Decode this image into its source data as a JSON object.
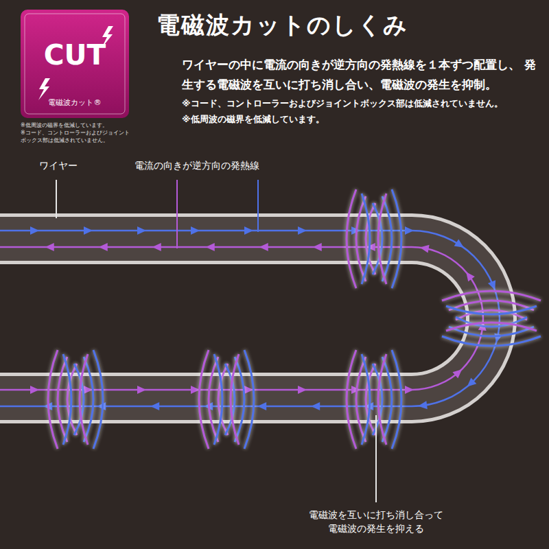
{
  "diagram": {
    "title": "電磁波カットのしくみ",
    "nodes": [
      {
        "text": [
          "CUT",
          "電磁波カット®"
        ]
      }
    ],
    "labels": [
      "※低周波の磁界を低減しています。",
      "※コード、コントローラーおよびジョイントボックス部は低減されていません。",
      "ワイヤーの中に電流の向きが逆方向の発熱線を１本ずつ配置し、 発生する電磁波を互いに打ち消し合い、電磁波の発生を抑制。",
      "※コード、コントローラーおよびジョイントボックス部は低減されていません。",
      "※低周波の磁界を低減しています。",
      "ワイヤー",
      "電流の向きが逆方向の発熱線",
      "電磁波を互いに打ち消し合って 電磁波の発生を抑える"
    ]
  }
}
